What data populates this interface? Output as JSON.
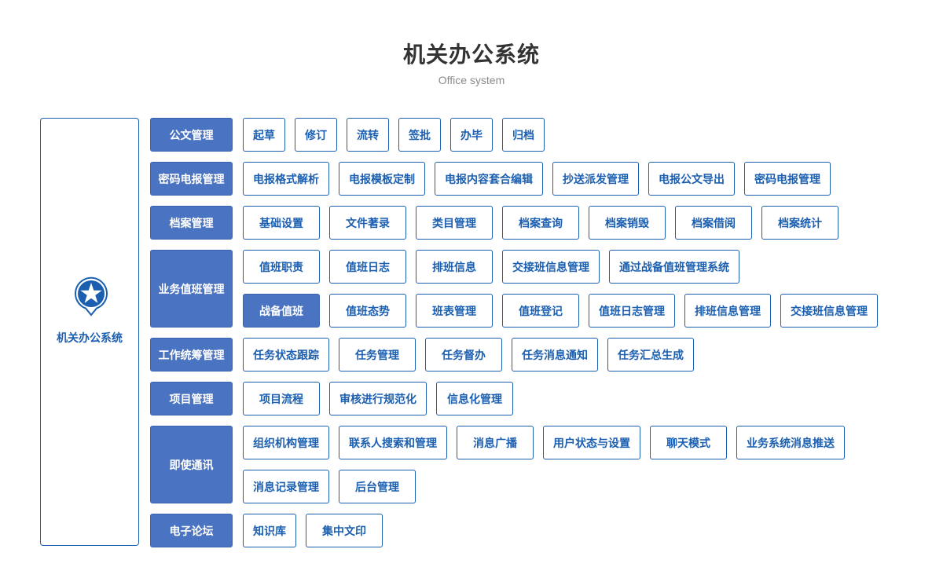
{
  "header": {
    "title": "机关办公系统",
    "subtitle": "Office system"
  },
  "root": {
    "label": "机关办公系统",
    "icon": "star-pin-icon"
  },
  "colors": {
    "primary": "#1c5fb0",
    "category_fill": "#4a73c2",
    "title": "#333333",
    "subtitle": "#8a8a8a"
  },
  "categories": [
    {
      "label": "公文管理",
      "rows": [
        [
          {
            "label": "起草"
          },
          {
            "label": "修订"
          },
          {
            "label": "流转"
          },
          {
            "label": "签批"
          },
          {
            "label": "办毕"
          },
          {
            "label": "归档"
          }
        ]
      ]
    },
    {
      "label": "密码电报管理",
      "rows": [
        [
          {
            "label": "电报格式解析"
          },
          {
            "label": "电报模板定制"
          },
          {
            "label": "电报内容套合编辑"
          },
          {
            "label": "抄送派发管理"
          },
          {
            "label": "电报公文导出"
          },
          {
            "label": "密码电报管理"
          }
        ]
      ]
    },
    {
      "label": "档案管理",
      "rows": [
        [
          {
            "label": "基础设置"
          },
          {
            "label": "文件著录"
          },
          {
            "label": "类目管理"
          },
          {
            "label": "档案查询"
          },
          {
            "label": "档案销毁"
          },
          {
            "label": "档案借阅"
          },
          {
            "label": "档案统计"
          }
        ]
      ]
    },
    {
      "label": "业务值班管理",
      "rows": [
        [
          {
            "label": "值班职责"
          },
          {
            "label": "值班日志"
          },
          {
            "label": "排班信息"
          },
          {
            "label": "交接班信息管理"
          },
          {
            "label": "通过战备值班管理系统"
          }
        ],
        [
          {
            "label": "战备值班",
            "selected": true
          },
          {
            "label": "值班态势"
          },
          {
            "label": "班表管理"
          },
          {
            "label": "值班登记"
          },
          {
            "label": "值班日志管理"
          },
          {
            "label": "排班信息管理"
          },
          {
            "label": "交接班信息管理"
          }
        ]
      ]
    },
    {
      "label": "工作统筹管理",
      "rows": [
        [
          {
            "label": "任务状态跟踪"
          },
          {
            "label": "任务管理"
          },
          {
            "label": "任务督办"
          },
          {
            "label": "任务消息通知"
          },
          {
            "label": "任务汇总生成"
          }
        ]
      ]
    },
    {
      "label": "项目管理",
      "rows": [
        [
          {
            "label": "项目流程"
          },
          {
            "label": "审核进行规范化"
          },
          {
            "label": "信息化管理"
          }
        ]
      ]
    },
    {
      "label": "即使通讯",
      "rows": [
        [
          {
            "label": "组织机构管理"
          },
          {
            "label": "联系人搜索和管理"
          },
          {
            "label": "消息广播"
          },
          {
            "label": "用户状态与设置"
          },
          {
            "label": "聊天模式"
          },
          {
            "label": "业务系统消息推送"
          }
        ],
        [
          {
            "label": "消息记录管理"
          },
          {
            "label": "后台管理"
          }
        ]
      ]
    },
    {
      "label": "电子论坛",
      "rows": [
        [
          {
            "label": "知识库"
          },
          {
            "label": "集中文印"
          }
        ]
      ]
    }
  ]
}
